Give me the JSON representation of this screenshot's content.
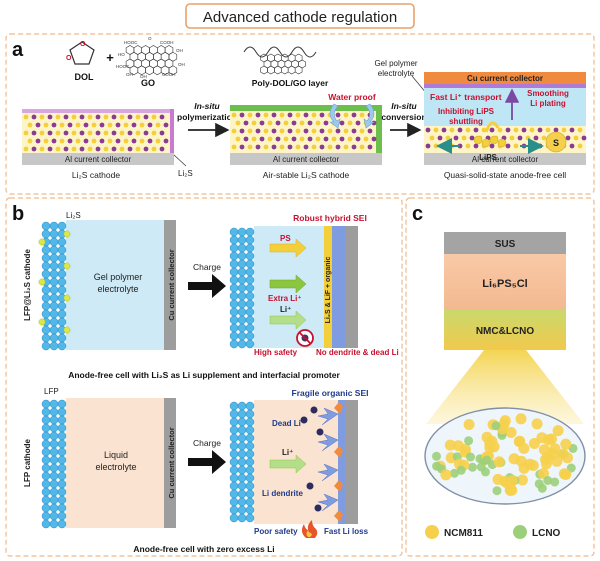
{
  "header": {
    "title": "Advanced cathode regulation"
  },
  "panel_a": {
    "letter": "a",
    "dol_label": "DOL",
    "plus": "+",
    "go_label": "GO",
    "go_groups": [
      "HOOC",
      "COOH",
      "OH",
      "HO",
      "O",
      "HOOC",
      "OH",
      "OH",
      "COOH",
      "OH"
    ],
    "arrow1_line1": "In-situ",
    "arrow1_line2": "polymerization",
    "polymer_label": "Poly-DOL/GO layer",
    "water_proof": "Water proof",
    "gel_label_line1": "Gel polymer",
    "gel_label_line2": "electrolyte",
    "arrow2_line1": "In-situ",
    "arrow2_line2": "conversion",
    "al_collector": "Al current collector",
    "cu_collector": "Cu current collector",
    "li2s_marker": "Li₂S",
    "caption1": "Li₂S cathode",
    "caption2": "Air-stable Li₂S cathode",
    "caption3": "Quasi-solid-state anode-free cell",
    "fast_transport": "Fast Li⁺ transport",
    "smoothing_line1": "Smoothing",
    "smoothing_line2": "Li plating",
    "inhibiting_line1": "Inhibiting LiPS",
    "inhibiting_line2": "shuttling",
    "lips": "LiPS",
    "s_label": "S"
  },
  "panel_b": {
    "letter": "b",
    "top": {
      "li2s": "Li₂S",
      "cathode_label": "LFP@Li₂S cathode",
      "electrolyte_line1": "Gel polymer",
      "electrolyte_line2": "electrolyte",
      "collector": "Cu current collector",
      "charge": "Charge",
      "sei_title": "Robust hybrid SEI",
      "ps": "PS",
      "extra_li": "Extra Li⁺",
      "li_plus": "Li⁺",
      "sei_composition": "Li₂S & LiF + organic",
      "high_safety": "High safety",
      "no_dendrite": "No dendrite & dead Li",
      "caption": "Anode-free cell with Li₂S as Li supplement and interfacial promoter"
    },
    "bottom": {
      "lfp": "LFP",
      "cathode_label": "LFP cathode",
      "electrolyte_line1": "Liquid",
      "electrolyte_line2": "electrolyte",
      "collector": "Cu current collector",
      "charge": "Charge",
      "sei_title": "Fragile organic SEI",
      "dead_li": "Dead Li",
      "li_plus": "Li⁺",
      "li_dendrite": "Li dendrite",
      "poor_safety": "Poor safety",
      "fast_loss": "Fast Li loss",
      "caption": "Anode-free cell with zero excess Li"
    }
  },
  "panel_c": {
    "letter": "c",
    "sus": "SUS",
    "electrolyte": "Li₆PS₅Cl",
    "cathode": "NMC&LCNO",
    "legend_ncm": "NCM811",
    "legend_lcno": "LCNO"
  },
  "colors": {
    "accent_orange": "#e8a16a",
    "cathode_yellow": "#f3cf3c",
    "lfp_blue": "#52b8e8",
    "gel_blue": "#cdeaf6",
    "liquid_peach": "#fbe3d2",
    "collector_gray": "#9d9d9d",
    "cu_orange": "#f08a3e",
    "green_arrow": "#8cc63f",
    "red_text": "#c8102e",
    "navy_text": "#1f3a8a",
    "ncm_yellow": "#f6d04d",
    "lcno_green": "#9ccf7a"
  }
}
